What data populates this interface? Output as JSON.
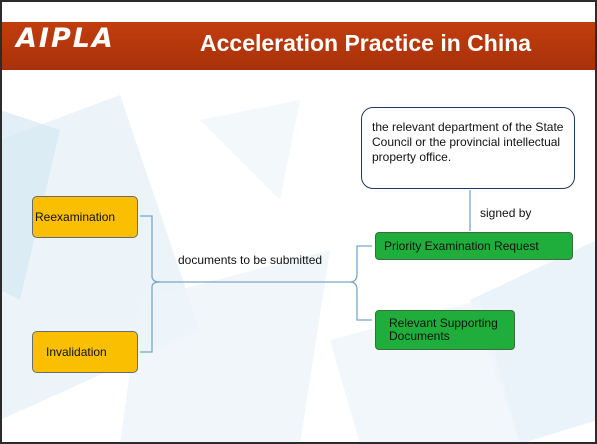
{
  "slide": {
    "logo_text": "AIPLA",
    "title": "Acceleration Practice in China"
  },
  "diagram": {
    "left_boxes": [
      "Reexamination",
      "Invalidation"
    ],
    "center_label": "documents to be submitted",
    "right_boxes": [
      "Priority Examination  Request",
      "Relevant Supporting Documents"
    ],
    "signature_label": "signed by",
    "authority_box": "the relevant department of the State Council or the provincial intellectual property office."
  },
  "colors": {
    "title_bar": "#b8360c",
    "left_box_fill": "#f9bf00",
    "right_box_fill": "#1fae3c",
    "authority_border": "#1f3864"
  }
}
